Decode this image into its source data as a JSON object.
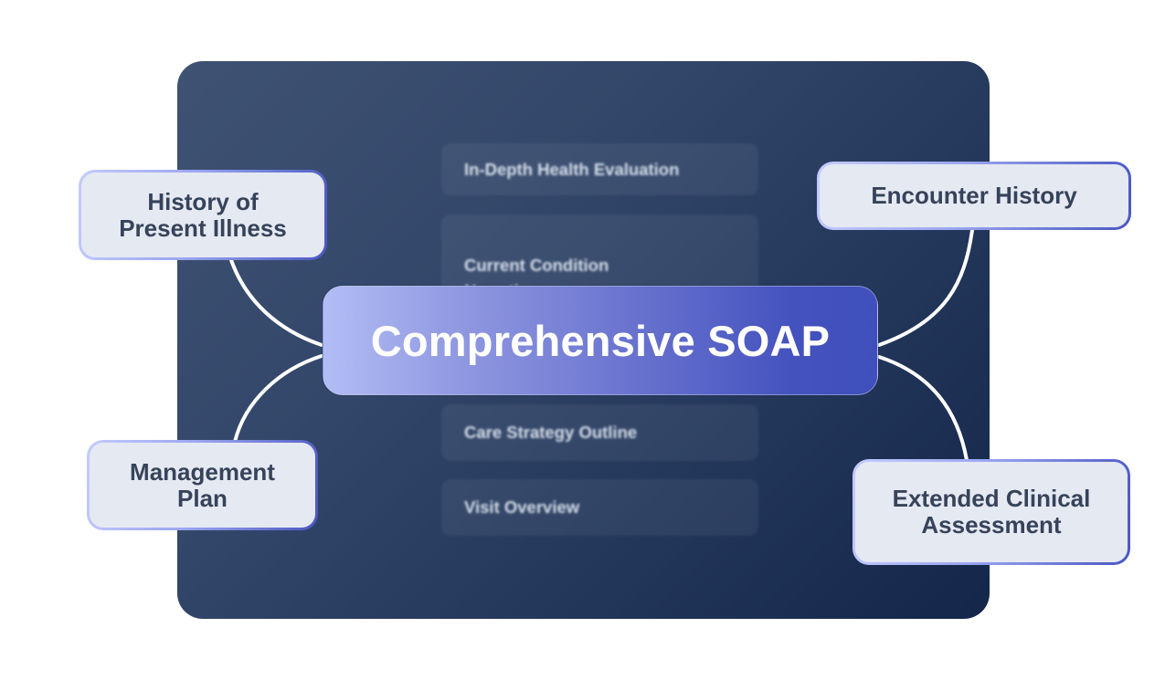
{
  "diagram": {
    "center": {
      "label": "Comprehensive SOAP"
    },
    "background_list": [
      {
        "label": "In-Depth Health Evaluation"
      },
      {
        "label": "Current Condition\nNarrative"
      },
      {
        "label": "Care Strategy Outline"
      },
      {
        "label": "Visit Overview"
      }
    ],
    "nodes": {
      "top_left": {
        "label": "History of\nPresent Illness"
      },
      "top_right": {
        "label": "Encounter History"
      },
      "bottom_left": {
        "label": "Management\nPlan"
      },
      "bottom_right": {
        "label": "Extended Clinical\nAssessment"
      }
    },
    "colors": {
      "panel_dark": "#14264a",
      "panel_light": "#3f5273",
      "center_gradient_start": "#b3bdf5",
      "center_gradient_end": "#3f4fbc",
      "node_fill": "#e5e9f2",
      "node_text": "#36435a",
      "node_border_accent": "#4a57c2",
      "connector": "#ffffff"
    }
  }
}
